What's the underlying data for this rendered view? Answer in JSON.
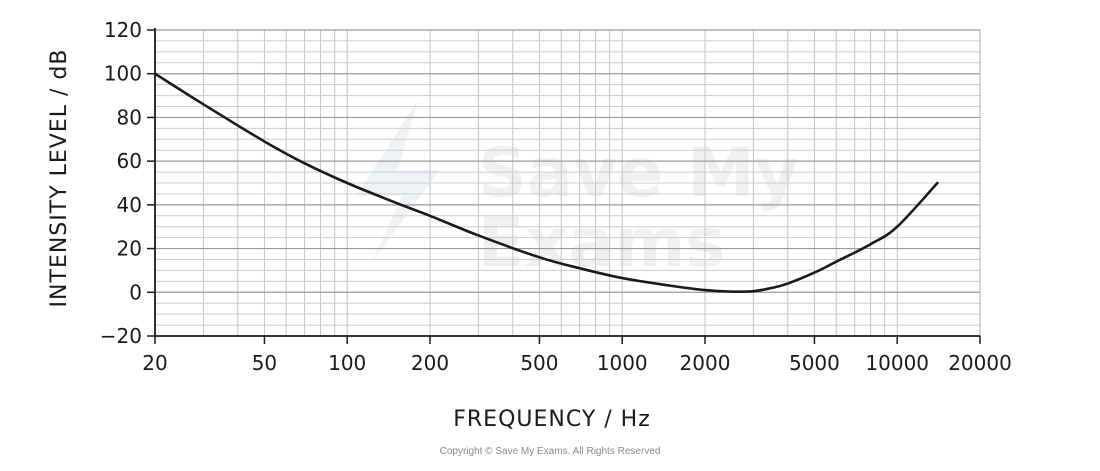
{
  "chart_data": {
    "type": "line",
    "xlabel": "FREQUENCY / Hz",
    "ylabel": "INTENSITY LEVEL / dB",
    "xscale": "log",
    "xlim": [
      20,
      20000
    ],
    "ylim": [
      -20,
      120
    ],
    "grid": true,
    "x_ticks": [
      20,
      50,
      100,
      200,
      500,
      1000,
      2000,
      5000,
      10000,
      20000
    ],
    "y_ticks": [
      -20,
      0,
      20,
      40,
      60,
      80,
      100,
      120
    ],
    "series": [
      {
        "x": [
          20,
          30,
          50,
          70,
          100,
          150,
          200,
          300,
          500,
          700,
          1000,
          1500,
          2000,
          2500,
          3000,
          3500,
          4000,
          5000,
          6000,
          8000,
          10000,
          14000
        ],
        "y": [
          100,
          86,
          69,
          59,
          50,
          41,
          35,
          26,
          16,
          11,
          6.5,
          3,
          1,
          0.3,
          0.5,
          2,
          4,
          9,
          14,
          22,
          30,
          50
        ]
      }
    ]
  },
  "watermark": {
    "line1": "Save My",
    "line2": "Exams"
  },
  "copyright": "Copyright © Save My Exams. All Rights Reserved"
}
